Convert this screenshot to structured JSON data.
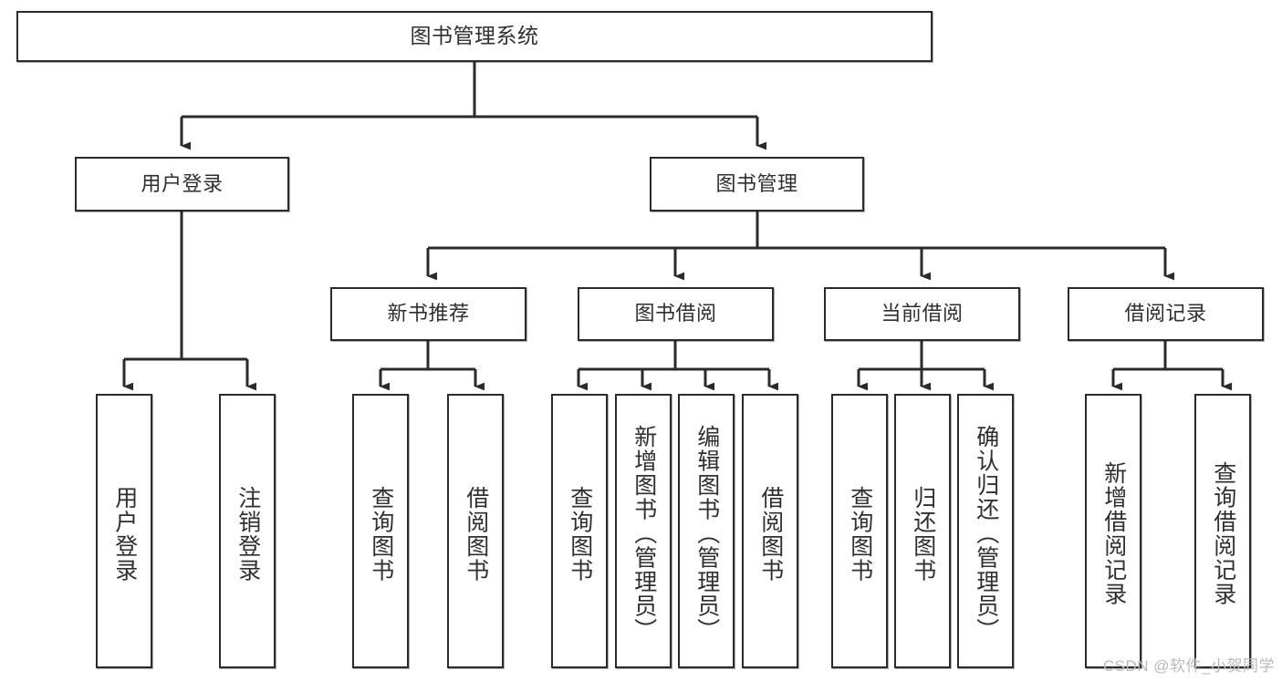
{
  "diagram": {
    "title": "图书管理系统",
    "type": "tree-hierarchy-chart",
    "stroke_color": "#2b2b2b",
    "fill_color": "#ffffff",
    "text_color": "#2f2f2f"
  },
  "root": {
    "label": "图书管理系统"
  },
  "level2": [
    {
      "label": "用户登录"
    },
    {
      "label": "图书管理"
    }
  ],
  "level3": [
    {
      "label": "新书推荐"
    },
    {
      "label": "图书借阅"
    },
    {
      "label": "当前借阅"
    },
    {
      "label": "借阅记录"
    }
  ],
  "leaves": {
    "user_login": [
      {
        "label": "用户登录"
      },
      {
        "label": "注销登录"
      }
    ],
    "new_book_recommend": [
      {
        "label": "查询图书"
      },
      {
        "label": "借阅图书"
      }
    ],
    "book_borrow": [
      {
        "label": "查询图书"
      },
      {
        "label": "新增图书（管理员）"
      },
      {
        "label": "编辑图书（管理员）"
      },
      {
        "label": "借阅图书"
      }
    ],
    "current_borrow": [
      {
        "label": "查询图书"
      },
      {
        "label": "归还图书"
      },
      {
        "label": "确认归还（管理员）"
      }
    ],
    "borrow_record": [
      {
        "label": "新增借阅记录"
      },
      {
        "label": "查询借阅记录"
      }
    ]
  },
  "watermark": {
    "text": "CSDN @软件_小贺同学"
  }
}
